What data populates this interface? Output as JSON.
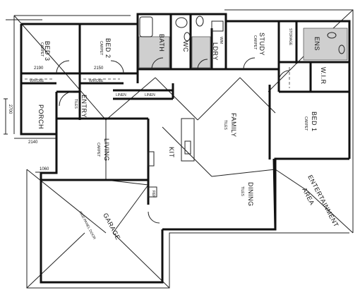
{
  "rooms": {
    "bed3": "BED 3",
    "bed3_floor": "CARPET",
    "bed2": "BED 2",
    "bed2_floor": "CARPET",
    "bath": "BATH",
    "wc": "WC",
    "lndry": "LDRY",
    "study": "STUDY",
    "study_floor": "CARPET",
    "storage": "STORAGE",
    "ens": "ENS",
    "wir": "W.I.R",
    "bed1": "BED 1",
    "bed1_floor": "CARPET",
    "family": "FAMILY",
    "family_floor": "TILES",
    "kit": "KIT",
    "living": "LIVING",
    "living_floor": "CARPET",
    "dining": "DINING",
    "dining_floor": "TILES",
    "entertainment": "ENTERTAINMENT",
    "entertainment2": "AREA",
    "entry": "ENTRY",
    "porch": "PORCH",
    "garage": "GARAGE",
    "garage_note": "4800 PANEL DOOR",
    "wrobe1": "W/ROBE",
    "wrobe2": "W/ROBE",
    "linen1": "LINEN",
    "linen2": "LINEN",
    "wm": "W/M",
    "ref": "REF",
    "tiles": "TILES"
  },
  "dimensions": {
    "bed3_w": "2190",
    "bed2_w": "2150",
    "porch_w": "2140",
    "porch_h": "2700",
    "d_1060": "1060"
  }
}
